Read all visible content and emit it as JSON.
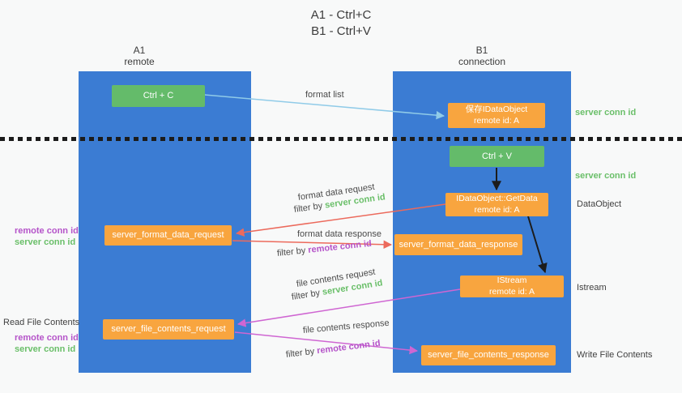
{
  "title": {
    "line1": "A1 - Ctrl+C",
    "line2": "B1 - Ctrl+V"
  },
  "lanes": {
    "left": {
      "title": "A1",
      "subtitle": "remote"
    },
    "right": {
      "title": "B1",
      "subtitle": "connection"
    }
  },
  "boxes": {
    "ctrl_c": {
      "label": "Ctrl + C"
    },
    "save_dataobject": {
      "line1": "保存IDataObject",
      "line2": "remote id: A"
    },
    "ctrl_v": {
      "label": "Ctrl + V"
    },
    "getdata": {
      "line1": "IDataObject::GetData",
      "line2": "remote id: A"
    },
    "format_request": {
      "label": "server_format_data_request"
    },
    "format_response": {
      "label": "server_format_data_response"
    },
    "istream": {
      "line1": "IStream",
      "line2": "remote id: A"
    },
    "file_request": {
      "label": "server_file_contents_request"
    },
    "file_response": {
      "label": "server_file_contents_response"
    }
  },
  "left_labels": {
    "remote_conn_1": "remote conn id",
    "server_conn_1": "server conn id",
    "read_file_contents": "Read File Contents",
    "remote_conn_2": "remote conn id",
    "server_conn_2": "server conn id"
  },
  "right_labels": {
    "server_conn_1": "server conn id",
    "server_conn_2": "server conn id",
    "dataobject": "DataObject",
    "istream": "Istream",
    "write_file_contents": "Write File Contents"
  },
  "arrow_labels": {
    "format_list": "format list",
    "format_data_request": "format data request",
    "format_data_response": "format data response",
    "file_contents_request": "file contents request",
    "file_contents_response": "file contents response",
    "filter_by": "filter by",
    "server_conn_id": "server conn id",
    "remote_conn_id": "remote conn id"
  },
  "colors": {
    "lane_blue": "#3b7cd3",
    "box_green": "#64bb6a",
    "box_orange": "#f8a53f",
    "arrow_blue": "#90cbe8",
    "arrow_red": "#ec6a5c",
    "arrow_magenta": "#cf66d2",
    "arrow_black": "#1c1c1c",
    "text_green": "#6abf69",
    "text_purple": "#b554c9"
  }
}
